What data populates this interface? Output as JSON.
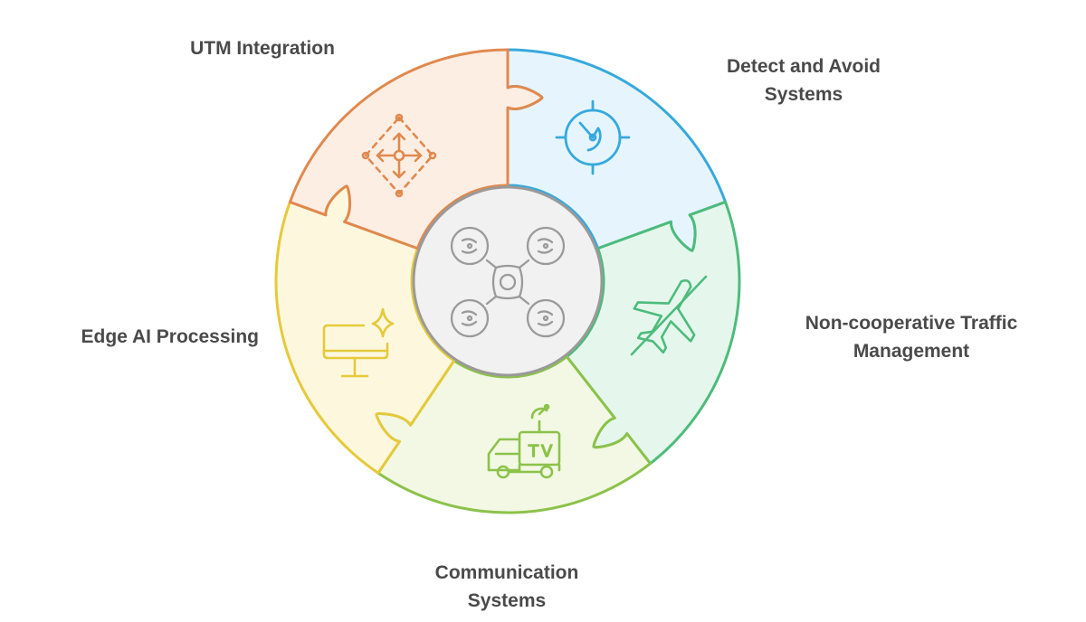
{
  "segments": [
    {
      "id": "utm",
      "label": "UTM Integration",
      "label_lines": [
        "UTM Integration"
      ],
      "icon": "move-arrows-icon",
      "fill": "#fdeee4",
      "stroke": "#e0894e"
    },
    {
      "id": "daa",
      "label": "Detect and Avoid Systems",
      "label_lines": [
        "Detect and Avoid",
        "Systems"
      ],
      "icon": "radar-icon",
      "fill": "#e6f5fd",
      "stroke": "#36a9dd"
    },
    {
      "id": "nctm",
      "label": "Non-cooperative Traffic Management",
      "label_lines": [
        "Non-cooperative Traffic",
        "Management"
      ],
      "icon": "airplane-off-icon",
      "fill": "#e5f7ec",
      "stroke": "#4dbb7c"
    },
    {
      "id": "comm",
      "label": "Communication Systems",
      "label_lines": [
        "Communication",
        "Systems"
      ],
      "icon": "tv-truck-icon",
      "fill": "#f2f8e3",
      "stroke": "#8cc24a"
    },
    {
      "id": "edge",
      "label": "Edge AI Processing",
      "label_lines": [
        "Edge AI Processing"
      ],
      "icon": "computer-sparkle-icon",
      "fill": "#fdf7de",
      "stroke": "#e6c93a"
    }
  ],
  "center": {
    "icon": "drone-icon",
    "fill": "#f1f1f1",
    "stroke": "#9a9a9a"
  }
}
